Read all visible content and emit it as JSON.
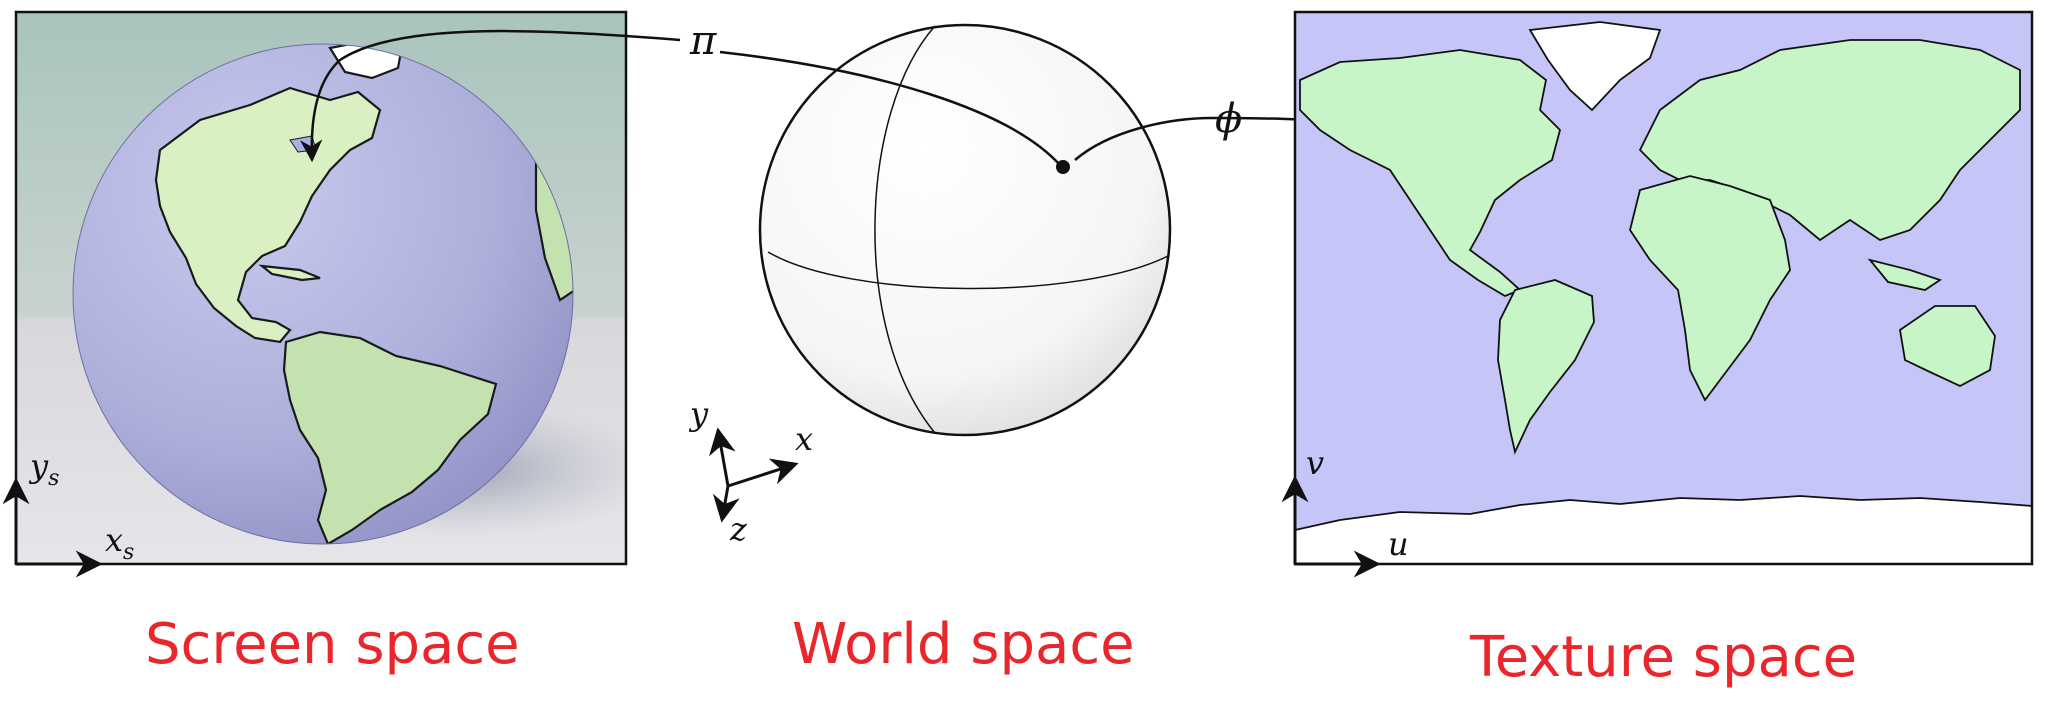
{
  "captions": {
    "screen": "Screen space",
    "world": "World space",
    "texture": "Texture space"
  },
  "mappings": {
    "pi": "π",
    "phi": "ϕ"
  },
  "screen_axes": {
    "x": "x",
    "x_sub": "s",
    "y": "y",
    "y_sub": "s"
  },
  "world_axes": {
    "x": "x",
    "y": "y",
    "z": "z"
  },
  "texture_axes": {
    "u": "u",
    "v": "v"
  },
  "colors": {
    "caption": "#e8262b",
    "globe_ocean": "#b4b6df",
    "land": "#cdedc4",
    "map_ocean": "#c5c5f7",
    "map_land": "#c8f5c8",
    "ice": "#ffffff"
  }
}
